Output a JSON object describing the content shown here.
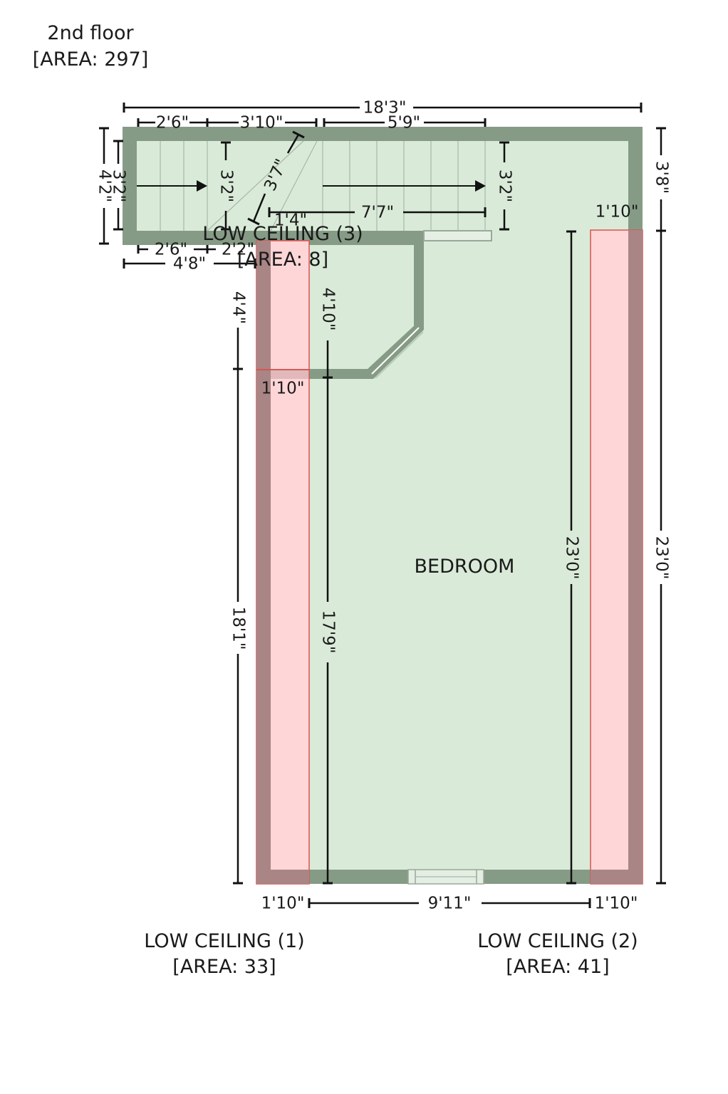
{
  "floor": {
    "name": "2nd floor",
    "area": "[AREA: 297]"
  },
  "rooms": {
    "bedroom": {
      "label": "BEDROOM"
    },
    "low_ceiling_1": {
      "label": "LOW CEILING (1)",
      "area": "[AREA: 33]"
    },
    "low_ceiling_2": {
      "label": "LOW CEILING (2)",
      "area": "[AREA: 41]"
    },
    "low_ceiling_3": {
      "label": "LOW CEILING (3)",
      "area": "[AREA: 8]"
    }
  },
  "dimensions": {
    "overall_top": "18'3\"",
    "stair_top_left": "2'6\"",
    "stair_top_mid": "3'10\"",
    "stair_top_right": "5'9\"",
    "stair_left_inner": "3'2\"",
    "stair_left_outer": "4'2\"",
    "stair_mid": "3'2\"",
    "stair_diag": "3'7\"",
    "stair_right": "3'2\"",
    "stair_run": "7'7\"",
    "stair_small": "1'4\"",
    "stair_bottom_left": "2'6\"",
    "stair_bottom_mid": "2'2\"",
    "stair_bottom_overall": "4'8\"",
    "right_top": "3'8\"",
    "right_wing_width": "1'10\"",
    "left_upper": "4'4\"",
    "left_lower": "18'1\"",
    "inner_upper": "4'10\"",
    "inner_lower": "17'9\"",
    "left_wing_width": "1'10\"",
    "bedroom_height": "23'0\"",
    "right_overall": "23'0\"",
    "bottom_left": "1'10\"",
    "bottom_mid": "9'11\"",
    "bottom_right": "1'10\""
  },
  "colors": {
    "room_fill": "#d9ebd8",
    "wall": "#869b86",
    "low_ceiling_fill": "#ffd6d8",
    "low_ceiling_wall": "#a98585",
    "low_ceiling_stroke": "#d9534f"
  }
}
